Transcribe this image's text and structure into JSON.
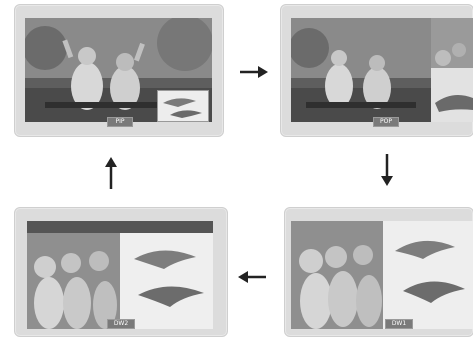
{
  "panels": {
    "top_left": {
      "mode_label": "PIP"
    },
    "top_right": {
      "mode_label": "POP"
    },
    "bottom_right": {
      "mode_label": "DW1"
    },
    "bottom_left": {
      "mode_label": "DW2"
    }
  },
  "arrows": {
    "top": "right",
    "right": "down",
    "bottom": "left",
    "left": "up"
  }
}
